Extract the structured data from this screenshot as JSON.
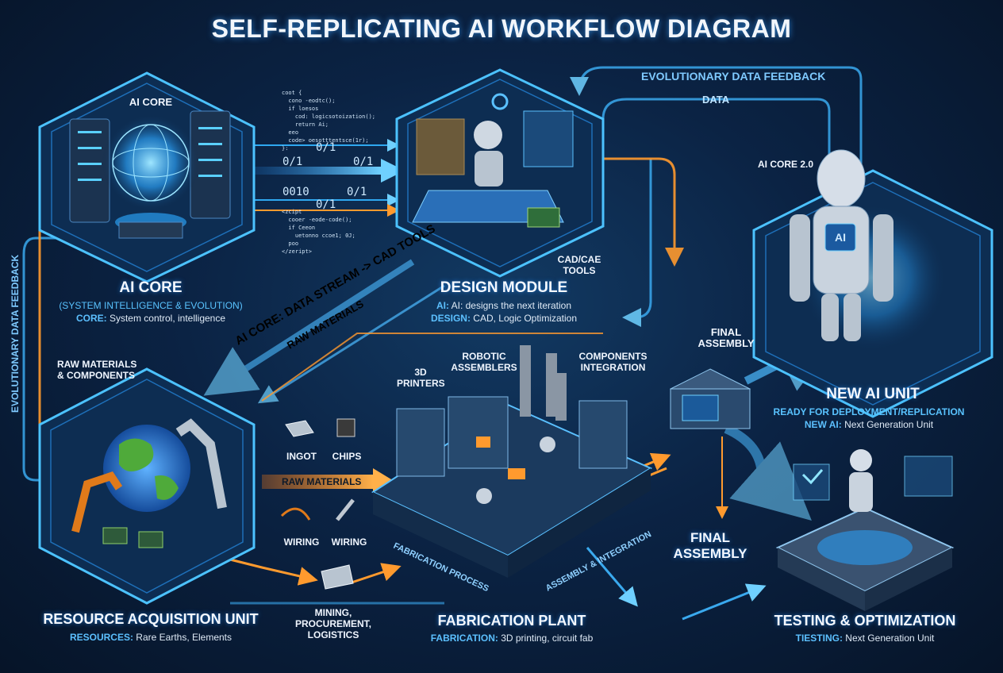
{
  "title": "SELF-REPLICATING AI WORKFLOW DIAGRAM",
  "feedback": {
    "top_label": "EVOLUTIONARY DATA FEEDBACK",
    "data_label": "DATA",
    "left_label": "EVOLUTIONARY DATA FEEDBACK"
  },
  "ai_core": {
    "inner_label": "AI CORE",
    "title": "AI CORE",
    "subtitle": "(SYSTEM INTELLIGENCE & EVOLUTION)",
    "desc_key": "CORE:",
    "desc_val": " System control, intelligence",
    "code_top": "coot {\n  cono -eodtc();\n  if loesos\n    cod: logicsotoization();\n    return Ai;\n  eeo\n  code> oesotttentsce(1r);\n}:",
    "code_bottom": "<zcipt\n  cooer -eode-code();\n  if Ceeon\n    uetonno ccoe1; 0J;\n  poo\n</zeript>"
  },
  "bits": {
    "b1": "0/1",
    "b2": "0/1",
    "b3": "0/1",
    "b4": "0010",
    "b5": "0/1",
    "b6": "0/1"
  },
  "design": {
    "title": "DESIGN MODULE",
    "line1_key": "AI:",
    "line1_val": " AI: designs the next iteration",
    "line2_key": "DESIGN:",
    "line2_val": " CAD, Logic Optimization",
    "callout": "CAD/CAE\nTOOLS"
  },
  "stream": {
    "ai_core_stream": "AI CORE: DATA STREAM -> CAD TOOLS",
    "raw_materials": "RAW MATERIALS"
  },
  "new_unit": {
    "inner_label": "AI CORE 2.0",
    "badge": "AI",
    "title": "NEW AI UNIT",
    "line1": "READY FOR DEPLOYMENT/REPLICATION",
    "line2_key": "NEW AI:",
    "line2_val": " Next Generation Unit"
  },
  "resource": {
    "callout": "RAW MATERIALS\n& COMPONENTS",
    "title": "RESOURCE ACQUISITION UNIT",
    "desc_key": "RESOURCES:",
    "desc_val": " Rare Earths, Elements"
  },
  "materials": {
    "ingot": "INGOT",
    "chips": "CHIPS",
    "wiring1": "WIRING",
    "wiring2": "WIRING",
    "arrow": "RAW MATERIALS",
    "mining": "MINING,\nPROCUREMENT,\nLOGISTICS"
  },
  "fabrication": {
    "printers": "3D\nPRINTERS",
    "robotic": "ROBOTIC\nASSEMBLERS",
    "components": "COMPONENTS\nINTEGRATION",
    "floor1": "FABRICATION PROCESS",
    "floor2": "ASSEMBLY & INTEGRATION",
    "title": "FABRICATION PLANT",
    "desc_key": "FABRICATION:",
    "desc_val": " 3D printing, circuit fab"
  },
  "assembly": {
    "top_label": "FINAL\nASSEMBLY",
    "mid_label": "FINAL\nASSEMBLY"
  },
  "testing": {
    "title": "TESTING & OPTIMIZATION",
    "desc_key": "TIESTING:",
    "desc_val": " Next Generation Unit"
  },
  "colors": {
    "accent": "#3fb6ff",
    "orange": "#ff9a2e",
    "background": "#0b2344"
  }
}
